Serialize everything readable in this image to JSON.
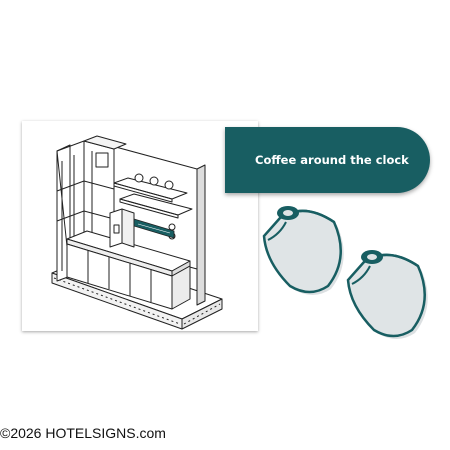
{
  "colors": {
    "accent": "#185e62",
    "mug_fill": "#dfe4e6",
    "line": "#222222"
  },
  "banner": {
    "text": "Coffee around the clock"
  },
  "drawing": {
    "icon": "coffee-station-line-drawing"
  },
  "decorations": {
    "icon": "coffee-mug-icon"
  },
  "footer": {
    "copyright": "©2026 HOTELSIGNS.com"
  }
}
